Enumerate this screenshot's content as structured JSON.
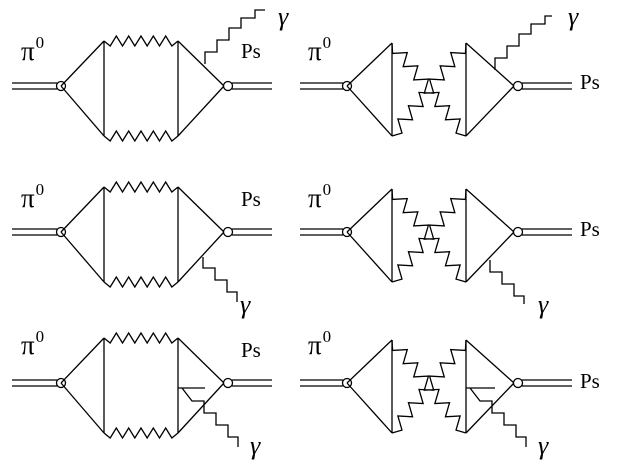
{
  "labels": {
    "pion": "π",
    "pion_sup": "0",
    "positronium": "Ps",
    "photon": "γ"
  },
  "diagrams": [
    {
      "id": "row1-left",
      "topology": "box",
      "photon_attachment": "upper-right-triangle-edge"
    },
    {
      "id": "row1-right",
      "topology": "crossed",
      "photon_attachment": "upper-right-triangle-edge"
    },
    {
      "id": "row2-left",
      "topology": "box",
      "photon_attachment": "lower-right-triangle-edge"
    },
    {
      "id": "row2-right",
      "topology": "crossed",
      "photon_attachment": "lower-right-triangle-edge"
    },
    {
      "id": "row3-left",
      "topology": "box",
      "photon_attachment": "internal-vertical-line"
    },
    {
      "id": "row3-right",
      "topology": "crossed",
      "photon_attachment": "internal-vertical-line"
    }
  ]
}
